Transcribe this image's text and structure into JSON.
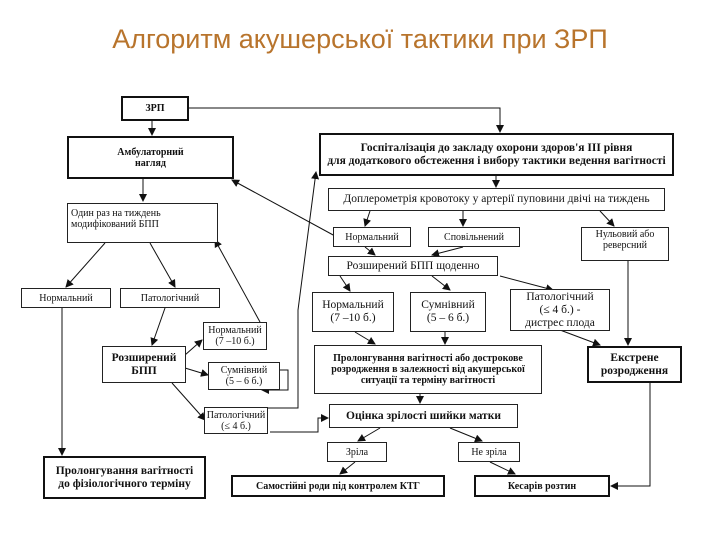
{
  "title": "Алгоритм акушерської тактики при ЗРП",
  "nodes": {
    "zrp": "ЗРП",
    "ambulatory": "Амбулаторний\nнагляд",
    "hospital": "Госпіталізація до закладу охорони здоров'я ІІІ рівня\nдля додаткового обстеження і вибору тактики ведення вагітності",
    "doppler": "Доплерометрія кровотоку у артерії пуповини двічі на тиждень",
    "weekly_bpp": "Один раз на тиждень\nмодифікований БПП",
    "normal_doppler": "Нормальний",
    "slowed_doppler": "Сповільнений",
    "zero_reverse": "Нульовий або\nреверсний",
    "extended_bpp_daily": "Розширений БПП щоденно",
    "normal_left": "Нормальний",
    "pathological_left": "Патологічний",
    "normal_7_10_mid": "Нормальний\n(7 –10 б.)",
    "doubtful_5_6_mid": "Сумнівний\n(5 – 6 б.)",
    "pathological_mid": "Патологічний\n(≤ 4 б.) -\nдистрес плода",
    "normal_7_10_small": "Нормальний\n(7 –10 б.)",
    "extended_bpp": "Розширений\nБПП",
    "doubtful_small": "Сумнівний\n(5 – 6 б.)",
    "pathological_small": "Патологічний\n(≤ 4 б.)",
    "prolong_or_early": "Пролонгування вагітності або дострокове\nрозродження в залежності від акушерської\nситуації та терміну вагітності",
    "emergency": "Екстрене\nрозродження",
    "cervix": "Оцінка зрілості шийки матки",
    "mature": "Зріла",
    "immature": "Не зріла",
    "prolong_physio": "Пролонгування вагітності\nдо фізіологічного терміну",
    "spontaneous": "Самостійні роди під контролем КТГ",
    "cesarean": "Кесарів розтин"
  },
  "colors": {
    "title": "#b8742c",
    "ink": "#111111"
  }
}
